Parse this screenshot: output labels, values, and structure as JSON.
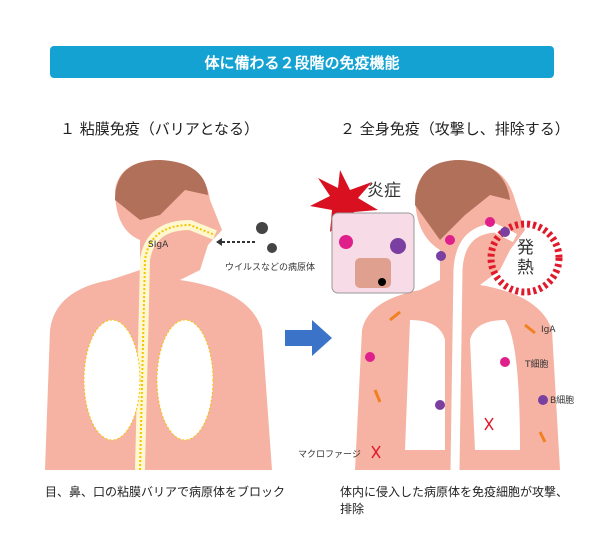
{
  "title": "体に備わる２段階の免疫機能",
  "left": {
    "heading": "１ 粘膜免疫（バリアとなる）",
    "labels": {
      "siga": "SIgA",
      "pathogen": "ウイルスなどの病原体"
    },
    "caption": "目、鼻、口の粘膜バリアで病原体をブロック"
  },
  "right": {
    "heading": "２ 全身免疫（攻撃し、排除する）",
    "labels": {
      "inflammation": "炎症",
      "fever": "発熱",
      "iga": "IgA",
      "tcell": "T細胞",
      "bcell": "B細胞",
      "macrophage": "マクロファージ"
    },
    "caption": "体内に侵入した病原体を免疫細胞が攻撃、排除"
  },
  "colors": {
    "banner": "#14a2d3",
    "skin": "#f6b3a3",
    "hair": "#b0705a",
    "arrow": "#3a73c8",
    "accent": "#e01a2a"
  }
}
